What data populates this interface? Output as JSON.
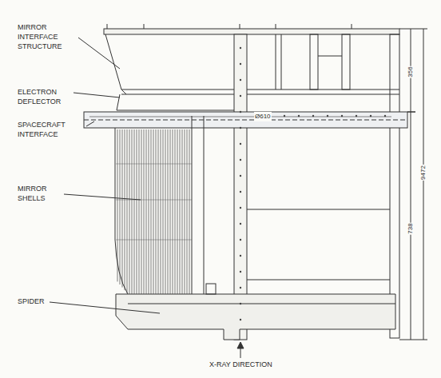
{
  "diagram": {
    "labels": [
      "MIRROR INTERFACE STRUCTURE",
      "ELECTRON DEFLECTOR",
      "SPACECRAFT INTERFACE",
      "MIRROR SHELLS",
      "SPIDER",
      "X-RAY DIRECTION",
      "356",
      "9472",
      "738",
      "Ø610"
    ]
  }
}
